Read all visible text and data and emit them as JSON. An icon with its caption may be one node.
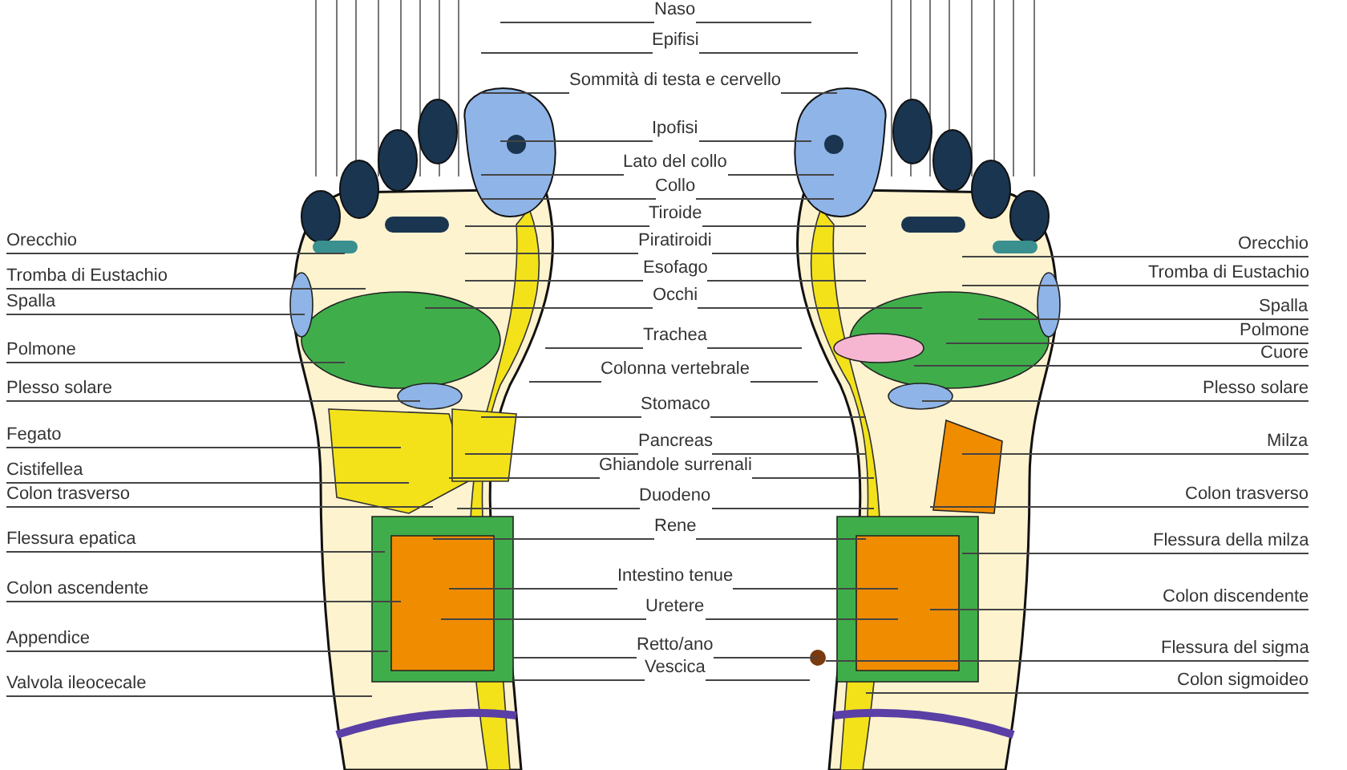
{
  "diagram": {
    "nodes": [
      {
        "text": [
          "Orecchio"
        ]
      },
      {
        "text": [
          "Tromba di Eustachio"
        ]
      },
      {
        "text": [
          "Spalla"
        ]
      },
      {
        "text": [
          "Polmone"
        ]
      },
      {
        "text": [
          "Plesso solare"
        ]
      },
      {
        "text": [
          "Fegato"
        ]
      },
      {
        "text": [
          "Cistifellea"
        ]
      },
      {
        "text": [
          "Colon trasverso"
        ]
      },
      {
        "text": [
          "Flessura epatica"
        ]
      },
      {
        "text": [
          "Colon ascendente"
        ]
      },
      {
        "text": [
          "Appendice"
        ]
      },
      {
        "text": [
          "Valvola ileocecale"
        ]
      },
      {
        "text": [
          "Naso"
        ]
      },
      {
        "text": [
          "Epifisi"
        ]
      },
      {
        "text": [
          "Sommità di testa e cervello"
        ]
      },
      {
        "text": [
          "Ipofisi"
        ]
      },
      {
        "text": [
          "Lato del collo"
        ]
      },
      {
        "text": [
          "Collo"
        ]
      },
      {
        "text": [
          "Tiroide"
        ]
      },
      {
        "text": [
          "Piratiroidi"
        ]
      },
      {
        "text": [
          "Esofago"
        ]
      },
      {
        "text": [
          "Occhi"
        ]
      },
      {
        "text": [
          "Trachea"
        ]
      },
      {
        "text": [
          "Colonna vertebrale"
        ]
      },
      {
        "text": [
          "Stomaco"
        ]
      },
      {
        "text": [
          "Pancreas"
        ]
      },
      {
        "text": [
          "Ghiandole surrenali"
        ]
      },
      {
        "text": [
          "Duodeno"
        ]
      },
      {
        "text": [
          "Rene"
        ]
      },
      {
        "text": [
          "Intestino tenue"
        ]
      },
      {
        "text": [
          "Uretere"
        ]
      },
      {
        "text": [
          "Retto/ano"
        ]
      },
      {
        "text": [
          "Vescica"
        ]
      },
      {
        "text": [
          "Orecchio"
        ]
      },
      {
        "text": [
          "Tromba di Eustachio"
        ]
      },
      {
        "text": [
          "Spalla"
        ]
      },
      {
        "text": [
          "Polmone"
        ]
      },
      {
        "text": [
          "Cuore"
        ]
      },
      {
        "text": [
          "Plesso solare"
        ]
      },
      {
        "text": [
          "Milza"
        ]
      },
      {
        "text": [
          "Colon trasverso"
        ]
      },
      {
        "text": [
          "Flessura della milza"
        ]
      },
      {
        "text": [
          "Colon discendente"
        ]
      },
      {
        "text": [
          "Flessura del sigma"
        ]
      },
      {
        "text": [
          "Colon sigmoideo"
        ]
      }
    ],
    "edges": [
      {
        "from": 0,
        "to": null,
        "arrow": "none"
      },
      {
        "from": 1,
        "to": null,
        "arrow": "none"
      },
      {
        "from": 2,
        "to": null,
        "arrow": "none"
      },
      {
        "from": 3,
        "to": null,
        "arrow": "none"
      },
      {
        "from": 4,
        "to": null,
        "arrow": "none"
      },
      {
        "from": 5,
        "to": null,
        "arrow": "none"
      },
      {
        "from": 6,
        "to": null,
        "arrow": "none"
      },
      {
        "from": 7,
        "to": null,
        "arrow": "none"
      },
      {
        "from": 8,
        "to": null,
        "arrow": "none"
      },
      {
        "from": 9,
        "to": null,
        "arrow": "none"
      },
      {
        "from": 10,
        "to": null,
        "arrow": "none"
      },
      {
        "from": 11,
        "to": null,
        "arrow": "none"
      },
      {
        "from": 12,
        "to": null,
        "arrow": "none"
      },
      {
        "from": 12,
        "to": null,
        "arrow": "none"
      },
      {
        "from": 13,
        "to": null,
        "arrow": "none"
      },
      {
        "from": 13,
        "to": null,
        "arrow": "none"
      },
      {
        "from": 14,
        "to": null,
        "arrow": "none"
      },
      {
        "from": 14,
        "to": null,
        "arrow": "none"
      },
      {
        "from": 15,
        "to": null,
        "arrow": "none"
      },
      {
        "from": 15,
        "to": null,
        "arrow": "none"
      },
      {
        "from": 16,
        "to": null,
        "arrow": "none"
      },
      {
        "from": 16,
        "to": null,
        "arrow": "none"
      },
      {
        "from": 17,
        "to": null,
        "arrow": "none"
      },
      {
        "from": 17,
        "to": null,
        "arrow": "none"
      },
      {
        "from": 18,
        "to": null,
        "arrow": "none"
      },
      {
        "from": 18,
        "to": null,
        "arrow": "none"
      },
      {
        "from": 19,
        "to": null,
        "arrow": "none"
      },
      {
        "from": 19,
        "to": null,
        "arrow": "none"
      },
      {
        "from": 20,
        "to": null,
        "arrow": "none"
      },
      {
        "from": 20,
        "to": null,
        "arrow": "none"
      },
      {
        "from": 21,
        "to": null,
        "arrow": "none"
      },
      {
        "from": 21,
        "to": null,
        "arrow": "none"
      },
      {
        "from": 22,
        "to": null,
        "arrow": "none"
      },
      {
        "from": 22,
        "to": null,
        "arrow": "none"
      },
      {
        "from": 23,
        "to": null,
        "arrow": "none"
      },
      {
        "from": 23,
        "to": null,
        "arrow": "none"
      },
      {
        "from": 24,
        "to": null,
        "arrow": "none"
      },
      {
        "from": 24,
        "to": null,
        "arrow": "none"
      },
      {
        "from": 25,
        "to": null,
        "arrow": "none"
      },
      {
        "from": 25,
        "to": null,
        "arrow": "none"
      },
      {
        "from": 26,
        "to": null,
        "arrow": "none"
      },
      {
        "from": 26,
        "to": null,
        "arrow": "none"
      },
      {
        "from": 27,
        "to": null,
        "arrow": "none"
      },
      {
        "from": 27,
        "to": null,
        "arrow": "none"
      },
      {
        "from": 28,
        "to": null,
        "arrow": "none"
      },
      {
        "from": 28,
        "to": null,
        "arrow": "none"
      },
      {
        "from": 29,
        "to": null,
        "arrow": "none"
      },
      {
        "from": 29,
        "to": null,
        "arrow": "none"
      },
      {
        "from": 30,
        "to": null,
        "arrow": "none"
      },
      {
        "from": 30,
        "to": null,
        "arrow": "none"
      },
      {
        "from": 31,
        "to": null,
        "arrow": "none"
      },
      {
        "from": 31,
        "to": null,
        "arrow": "none"
      },
      {
        "from": 32,
        "to": null,
        "arrow": "none"
      },
      {
        "from": 32,
        "to": null,
        "arrow": "none"
      },
      {
        "from": 33,
        "to": null,
        "arrow": "none"
      },
      {
        "from": 34,
        "to": null,
        "arrow": "none"
      },
      {
        "from": 35,
        "to": null,
        "arrow": "none"
      },
      {
        "from": 36,
        "to": null,
        "arrow": "none"
      },
      {
        "from": 37,
        "to": null,
        "arrow": "none"
      },
      {
        "from": 38,
        "to": null,
        "arrow": "none"
      },
      {
        "from": 39,
        "to": null,
        "arrow": "none"
      },
      {
        "from": 40,
        "to": null,
        "arrow": "none"
      },
      {
        "from": 41,
        "to": null,
        "arrow": "none"
      },
      {
        "from": 42,
        "to": null,
        "arrow": "none"
      },
      {
        "from": 43,
        "to": null,
        "arrow": "none"
      },
      {
        "from": 44,
        "to": null,
        "arrow": "none"
      }
    ]
  }
}
